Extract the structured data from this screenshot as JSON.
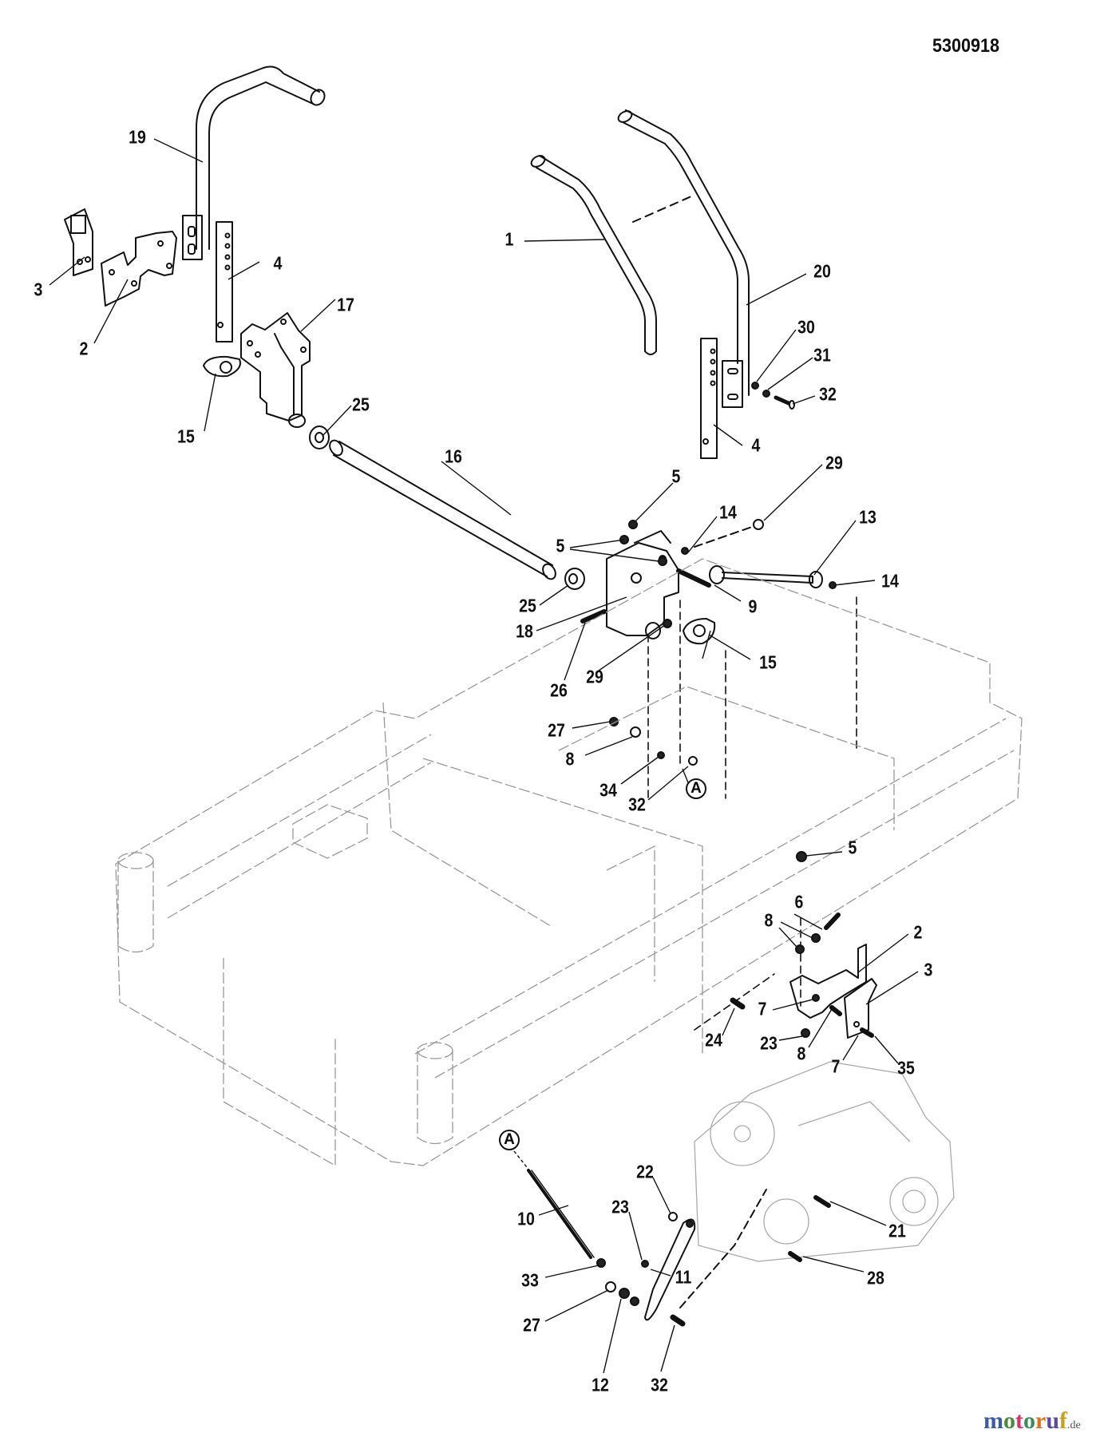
{
  "diagram": {
    "part_code": "5300918",
    "watermark": {
      "letters": [
        {
          "ch": "m",
          "color": "#3b5ba5"
        },
        {
          "ch": "o",
          "color": "#4a8a3a"
        },
        {
          "ch": "t",
          "color": "#d6336c"
        },
        {
          "ch": "o",
          "color": "#3a8a5a"
        },
        {
          "ch": "r",
          "color": "#e07020"
        },
        {
          "ch": "u",
          "color": "#5a4aa0"
        },
        {
          "ch": "f",
          "color": "#c8a020"
        }
      ],
      "suffix": ".de"
    },
    "reference_marker": "A",
    "callouts": [
      {
        "id": "c19",
        "label": "19"
      },
      {
        "id": "c3a",
        "label": "3"
      },
      {
        "id": "c2a",
        "label": "2"
      },
      {
        "id": "c4a",
        "label": "4"
      },
      {
        "id": "c17",
        "label": "17"
      },
      {
        "id": "c15a",
        "label": "15"
      },
      {
        "id": "c25a",
        "label": "25"
      },
      {
        "id": "c1",
        "label": "1"
      },
      {
        "id": "c20",
        "label": "20"
      },
      {
        "id": "c30",
        "label": "30"
      },
      {
        "id": "c31",
        "label": "31"
      },
      {
        "id": "c32a",
        "label": "32"
      },
      {
        "id": "c4b",
        "label": "4"
      },
      {
        "id": "c16",
        "label": "16"
      },
      {
        "id": "c5a",
        "label": "5"
      },
      {
        "id": "c14a",
        "label": "14"
      },
      {
        "id": "c29a",
        "label": "29"
      },
      {
        "id": "c13",
        "label": "13"
      },
      {
        "id": "c5b",
        "label": "5"
      },
      {
        "id": "c9",
        "label": "9"
      },
      {
        "id": "c14b",
        "label": "14"
      },
      {
        "id": "c25b",
        "label": "25"
      },
      {
        "id": "c18",
        "label": "18"
      },
      {
        "id": "c15b",
        "label": "15"
      },
      {
        "id": "c26",
        "label": "26"
      },
      {
        "id": "c29b",
        "label": "29"
      },
      {
        "id": "c27a",
        "label": "27"
      },
      {
        "id": "c8a",
        "label": "8"
      },
      {
        "id": "c34",
        "label": "34"
      },
      {
        "id": "c32b",
        "label": "32"
      },
      {
        "id": "c5c",
        "label": "5"
      },
      {
        "id": "c6",
        "label": "6"
      },
      {
        "id": "c8b",
        "label": "8"
      },
      {
        "id": "c2b",
        "label": "2"
      },
      {
        "id": "c3b",
        "label": "3"
      },
      {
        "id": "c7a",
        "label": "7"
      },
      {
        "id": "c24",
        "label": "24"
      },
      {
        "id": "c23a",
        "label": "23"
      },
      {
        "id": "c8c",
        "label": "8"
      },
      {
        "id": "c7b",
        "label": "7"
      },
      {
        "id": "c35",
        "label": "35"
      },
      {
        "id": "c22",
        "label": "22"
      },
      {
        "id": "c10",
        "label": "10"
      },
      {
        "id": "c23b",
        "label": "23"
      },
      {
        "id": "c21",
        "label": "21"
      },
      {
        "id": "c11",
        "label": "11"
      },
      {
        "id": "c28",
        "label": "28"
      },
      {
        "id": "c33",
        "label": "33"
      },
      {
        "id": "c27b",
        "label": "27"
      },
      {
        "id": "c12",
        "label": "12"
      },
      {
        "id": "c32c",
        "label": "32"
      }
    ]
  }
}
